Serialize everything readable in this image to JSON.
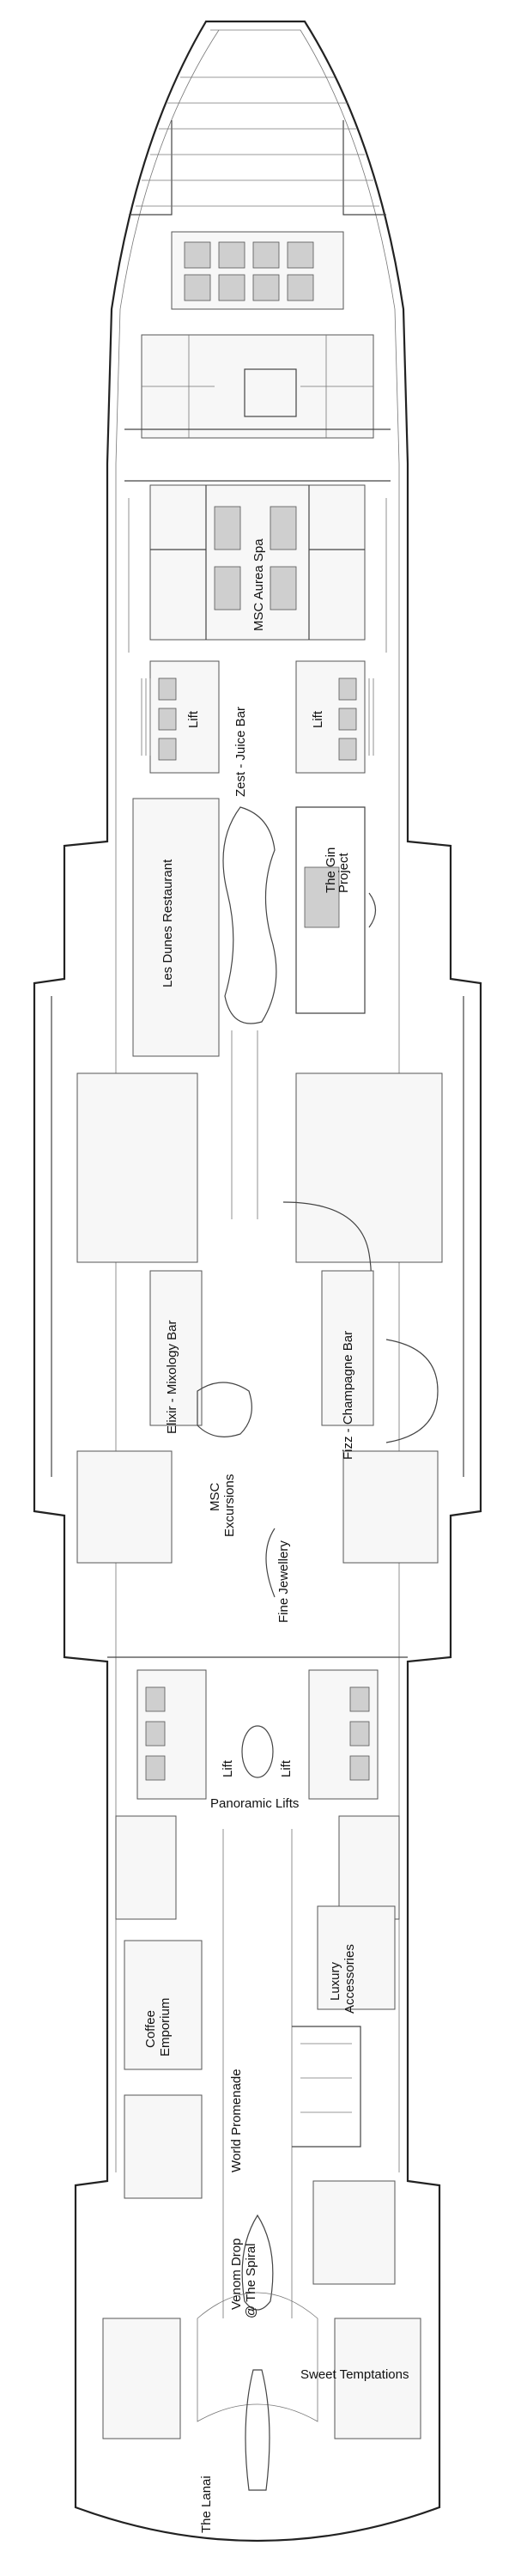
{
  "deck_labels": {
    "aurea_spa": "MSC Aurea Spa",
    "lift_fwd_left": "Lift",
    "lift_fwd_right": "Lift",
    "zest_juice_bar": "Zest - Juice Bar",
    "gin_project_1": "The Gin",
    "gin_project_2": "Project",
    "les_dunes": "Les Dunes Restaurant",
    "elixir_bar": "Elixir - Mixology Bar",
    "fizz_bar": "Fizz - Champagne Bar",
    "excursions_1": "MSC",
    "excursions_2": "Excursions",
    "fine_jewellery": "Fine Jewellery",
    "lift_mid_left": "Lift",
    "lift_mid_right": "Lift",
    "panoramic_lifts": "Panoramic Lifts",
    "luxury_1": "Luxury",
    "luxury_2": "Accessories",
    "coffee_1": "Coffee",
    "coffee_2": "Emporium",
    "world_promenade": "World Promenade",
    "venom_1": "Venom Drop",
    "venom_2": "@ The Spiral",
    "sweet_temptations": "Sweet Temptations",
    "lanai": "The Lanai"
  },
  "colors": {
    "line": "#222222",
    "fill": "#f7f7f7",
    "background": "#ffffff"
  }
}
